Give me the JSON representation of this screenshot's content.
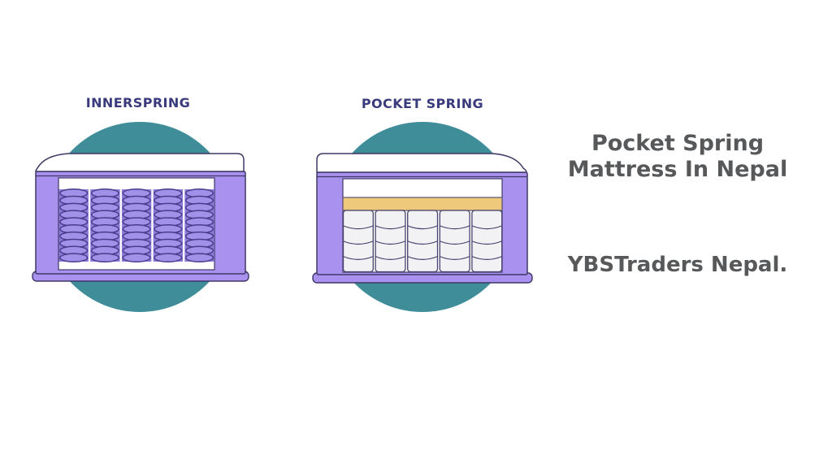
{
  "figures": {
    "innerspring": {
      "label": "INNERSPRING"
    },
    "pocket_spring": {
      "label": "POCKET SPRING"
    }
  },
  "headline": {
    "line1": "Pocket Spring",
    "line2": "Mattress In Nepal"
  },
  "brand": {
    "text": "YBSTraders Nepal."
  },
  "illustrations": {
    "innerspring": {
      "coil_columns": 5,
      "coil_loops": 10
    },
    "pocket_spring": {
      "coil_columns": 5,
      "pocket_rows": 4
    }
  },
  "colors": {
    "background": "#ffffff",
    "teal": "#3e8d99",
    "lavender": "#a991f0",
    "outline": "#3f3866",
    "coil_bg": "#8d7ad6",
    "coil_fill": "#a291e8",
    "coil_stroke": "#4a3b8c",
    "pocket_fill": "#f2f1f4",
    "pocket_stroke": "#46436e",
    "foam": "#eec97c",
    "foam_stroke": "#5c5472",
    "label_navy": "#393b7d",
    "text_gray": "#57585a"
  }
}
